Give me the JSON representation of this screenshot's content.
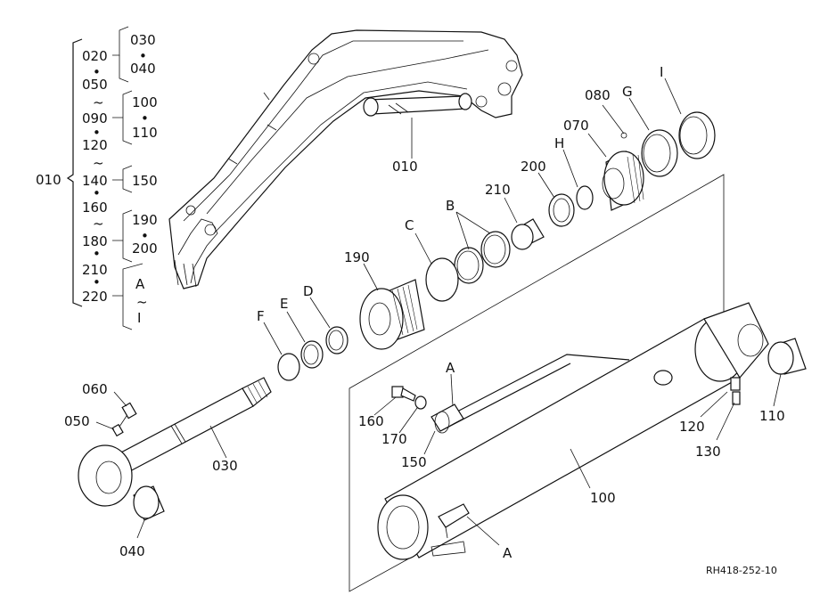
{
  "diagram": {
    "reference_code": "RH418-252-10",
    "assembly": {
      "main_label": "010",
      "left_column": [
        "020",
        "050",
        "090",
        "120",
        "140",
        "160",
        "180",
        "210",
        "220"
      ],
      "group_030_040": [
        "030",
        "040"
      ],
      "group_100_110": [
        "100",
        "110"
      ],
      "group_150": [
        "150"
      ],
      "group_190_200": [
        "190",
        "200"
      ],
      "group_A_I": [
        "A",
        "I"
      ],
      "dot": "•",
      "tilde": "~"
    },
    "callouts": {
      "p010": "010",
      "p080": "080",
      "pG": "G",
      "pI": "I",
      "p070": "070",
      "pH": "H",
      "p200": "200",
      "p210": "210",
      "pB": "B",
      "pC": "C",
      "p190": "190",
      "pD": "D",
      "pE": "E",
      "pF": "F",
      "p060": "060",
      "p050": "050",
      "p030": "030",
      "p040": "040",
      "pA_top": "A",
      "p160": "160",
      "p170": "170",
      "p150": "150",
      "p100": "100",
      "p120": "120",
      "p130": "130",
      "p110": "110",
      "pA_bottom": "A"
    }
  }
}
